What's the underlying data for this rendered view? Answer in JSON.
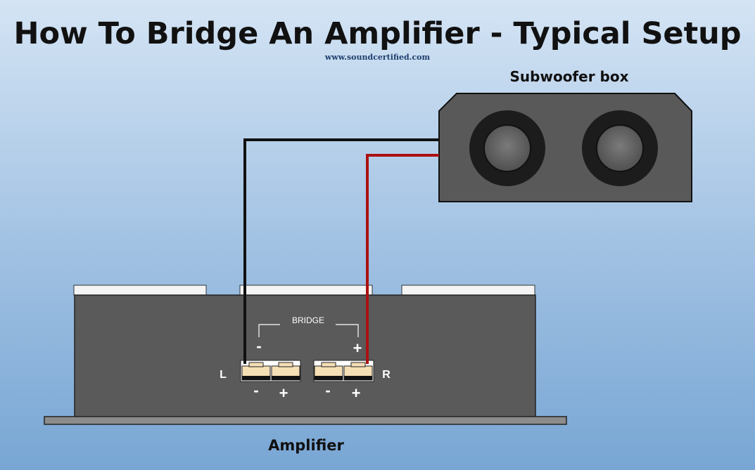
{
  "title": "How To Bridge An Amplifier - Typical Setup",
  "website": "www.soundcertified.com",
  "subwoofer": {
    "label": "Subwoofer box"
  },
  "amplifier": {
    "label": "Amplifier",
    "bridge_label": "BRIDGE",
    "bridge_minus": "-",
    "bridge_plus": "+",
    "left_channel": "L",
    "right_channel": "R",
    "terminal_signs": [
      "-",
      "+",
      "-",
      "+"
    ]
  },
  "colors": {
    "negative_wire": "#111111",
    "positive_wire": "#aa1111",
    "amp_body": "#5a5a5a",
    "sub_box": "#5a5a5a",
    "terminal": "#f5dfb5"
  }
}
